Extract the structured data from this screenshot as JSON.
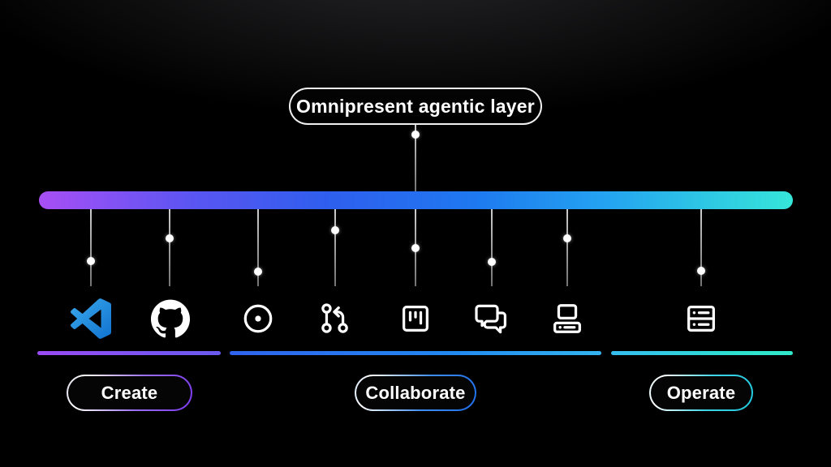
{
  "title": {
    "label": "Omnipresent agentic layer"
  },
  "bar": {
    "gradient": [
      "#a84ff5",
      "#2f5eee",
      "#1e79f0",
      "#36e6d9"
    ]
  },
  "groups": [
    {
      "id": "create",
      "label": "Create",
      "accent_start": "#9a4bf2",
      "accent_end": "#6a5bf0",
      "tools": [
        "vscode",
        "github"
      ]
    },
    {
      "id": "collaborate",
      "label": "Collaborate",
      "accent_start": "#2f63ee",
      "accent_end": "#33b5f0",
      "tools": [
        "issues",
        "pull-requests",
        "projects",
        "discussions",
        "codespaces"
      ]
    },
    {
      "id": "operate",
      "label": "Operate",
      "accent_start": "#35bdf0",
      "accent_end": "#30e8c9",
      "tools": [
        "servers"
      ]
    }
  ],
  "tools": [
    {
      "id": "vscode",
      "icon": "vscode-icon",
      "color": "#2196f3"
    },
    {
      "id": "github",
      "icon": "github-icon",
      "color": "#ffffff"
    },
    {
      "id": "issues",
      "icon": "issue-circle-icon",
      "color": "#ffffff"
    },
    {
      "id": "pull-requests",
      "icon": "git-pull-request-icon",
      "color": "#ffffff"
    },
    {
      "id": "projects",
      "icon": "project-board-icon",
      "color": "#ffffff"
    },
    {
      "id": "discussions",
      "icon": "chat-bubbles-icon",
      "color": "#ffffff"
    },
    {
      "id": "codespaces",
      "icon": "codespaces-computer-icon",
      "color": "#ffffff"
    },
    {
      "id": "servers",
      "icon": "server-rack-icon",
      "color": "#ffffff"
    }
  ]
}
